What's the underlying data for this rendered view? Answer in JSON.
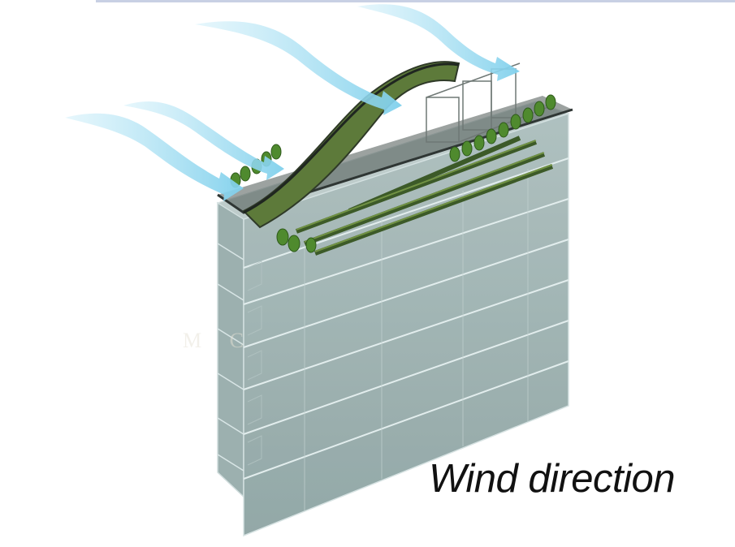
{
  "caption": "Wind direction",
  "colors": {
    "building_glass": "#8fa6a6",
    "building_edge": "#d9e6e6",
    "roof_green": "#5d7a3a",
    "wind_arrow": "#9edcf0",
    "rule": "#c8d0e4"
  },
  "icons": [
    "wind-arrow",
    "tree",
    "building"
  ]
}
